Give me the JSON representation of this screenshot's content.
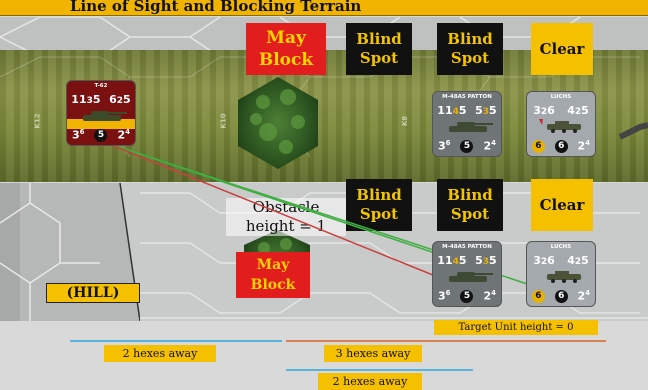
{
  "banner": {
    "title": "Line of Sight and Blocking Terrain"
  },
  "hex_labels": {
    "k12": "K12",
    "k10": "K10",
    "k8": "K8"
  },
  "top": {
    "may_block": "May Block",
    "blind_spot_1": "Blind Spot",
    "blind_spot_2": "Blind Spot",
    "clear": "Clear"
  },
  "bottom": {
    "obstacle": "Obstacle height = 1",
    "blind_spot_1": "Blind Spot",
    "blind_spot_2": "Blind Spot",
    "clear": "Clear",
    "may_block": "May Block",
    "hill": "(HILL)",
    "target_height": "Target Unit height = 0"
  },
  "distances": {
    "left": "2 hexes away",
    "middle": "3 hexes away",
    "lower": "2 hexes away"
  },
  "units": {
    "t62": {
      "name": "T-62",
      "s1a": "11",
      "s1b": "3",
      "s1c": "5",
      "s2a": "6",
      "s2b": "2",
      "s2c": "5",
      "b1": "3",
      "b1s": "6",
      "b2": "5",
      "b3": "2",
      "b3s": "4"
    },
    "m48_top": {
      "name": "M-48A5 PATTON",
      "s1a": "11",
      "s1b": "4",
      "s1c": "5",
      "s2a": "5",
      "s2b": "3",
      "s2c": "5",
      "b1": "3",
      "b1s": "6",
      "b2": "5",
      "b3": "2",
      "b3s": "4"
    },
    "luchs_top": {
      "name": "LUCHS",
      "s1a": "3",
      "s1b": "2",
      "s1c": "6",
      "s2a": "4",
      "s2b": "2",
      "s2c": "5",
      "b1": "6",
      "b2": "6",
      "b3": "2",
      "b3s": "4"
    },
    "m48_bot": {
      "name": "M-48A5 PATTON",
      "s1a": "11",
      "s1b": "4",
      "s1c": "5",
      "s2a": "5",
      "s2b": "3",
      "s2c": "5",
      "b1": "3",
      "b1s": "6",
      "b2": "5",
      "b3": "2",
      "b3s": "4"
    },
    "luchs_bot": {
      "name": "LUCHS",
      "s1a": "3",
      "s1b": "2",
      "s1c": "6",
      "s2a": "4",
      "s2b": "2",
      "s2c": "5",
      "b1": "6",
      "b2": "6",
      "b3": "2",
      "b3s": "4"
    }
  },
  "colors": {
    "banner": "#f0b400",
    "blind_spot_bg": "#111111",
    "clear_bg": "#f5c000",
    "may_block_bg": "#e21d1d",
    "soviet": "#7a1010",
    "nato": "#6f7477",
    "green_line": "#3fae3f",
    "red_line": "#c8413f",
    "blue_line": "#2ea8e0",
    "orange_line": "#d9642a"
  }
}
